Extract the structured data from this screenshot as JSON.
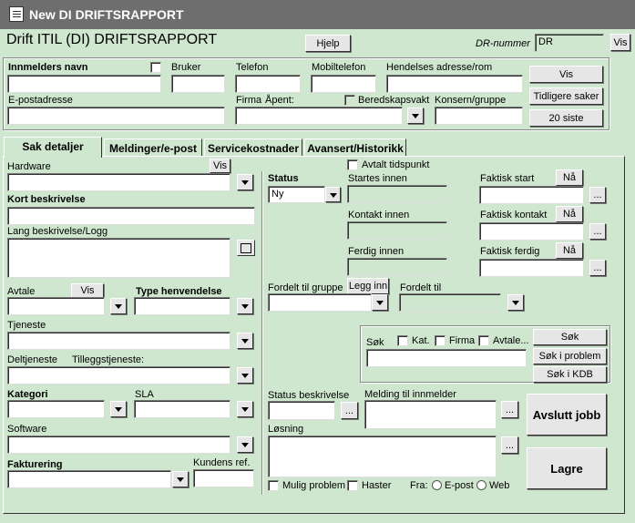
{
  "window": {
    "title": "New DI DRIFTSRAPPORT"
  },
  "header": {
    "title": "Drift ITIL (DI) DRIFTSRAPPORT",
    "help_label": "Hjelp",
    "dr_number_label": "DR-nummer",
    "dr_number_value": "DR",
    "vis_label": "Vis"
  },
  "reporter": {
    "name_label": "Innmelders navn",
    "user_label": "Bruker",
    "phone_label": "Telefon",
    "mobile_label": "Mobiltelefon",
    "address_label": "Hendelses adresse/rom",
    "vis_label": "Vis",
    "email_label": "E-postadresse",
    "company_label": "Firma",
    "open_label": "Åpent:",
    "standby_label": "Beredskapsvakt",
    "group_label": "Konsern/gruppe",
    "prev_cases_label": "Tidligere saker",
    "last20_label": "20 siste"
  },
  "tabs": [
    {
      "label": "Sak detaljer"
    },
    {
      "label": "Meldinger/e-post"
    },
    {
      "label": "Servicekostnader"
    },
    {
      "label": "Avansert/Historikk"
    }
  ],
  "left": {
    "hardware_label": "Hardware",
    "vis_label": "Vis",
    "short_desc_label": "Kort beskrivelse",
    "long_desc_label": "Lang beskrivelse/Logg",
    "agreement_label": "Avtale",
    "agreement_vis_label": "Vis",
    "request_type_label": "Type henvendelse",
    "service_label": "Tjeneste",
    "subservice_label": "Deltjeneste",
    "extra_service_label": "Tilleggstjeneste:",
    "category_label": "Kategori",
    "sla_label": "SLA",
    "software_label": "Software",
    "billing_label": "Fakturering",
    "customer_ref_label": "Kundens ref."
  },
  "right": {
    "status_label": "Status",
    "status_value": "Ny",
    "agreed_time_label": "Avtalt tidspunkt",
    "start_within_label": "Startes innen",
    "contact_within_label": "Kontakt innen",
    "done_within_label": "Ferdig innen",
    "actual_start_label": "Faktisk start",
    "actual_contact_label": "Faktisk kontakt",
    "actual_done_label": "Faktisk ferdig",
    "now_label": "Nå",
    "ellipsis": "...",
    "assigned_group_label": "Fordelt til gruppe",
    "add_in_label": "Legg inn",
    "assigned_to_label": "Fordelt til",
    "search_label": "Søk",
    "cat_label": "Kat.",
    "firm_label": "Firma",
    "agreement_label": "Avtale...",
    "search_btn": "Søk",
    "search_problem_btn": "Søk i problem",
    "search_kdb_btn": "Søk i KDB",
    "status_desc_label": "Status beskrivelse",
    "message_label": "Melding til innmelder",
    "close_job_label": "Avslutt jobb",
    "solution_label": "Løsning",
    "save_label": "Lagre",
    "possible_problem_label": "Mulig problem",
    "urgent_label": "Haster",
    "from_label": "Fra:",
    "email_option": "E-post",
    "web_option": "Web"
  }
}
